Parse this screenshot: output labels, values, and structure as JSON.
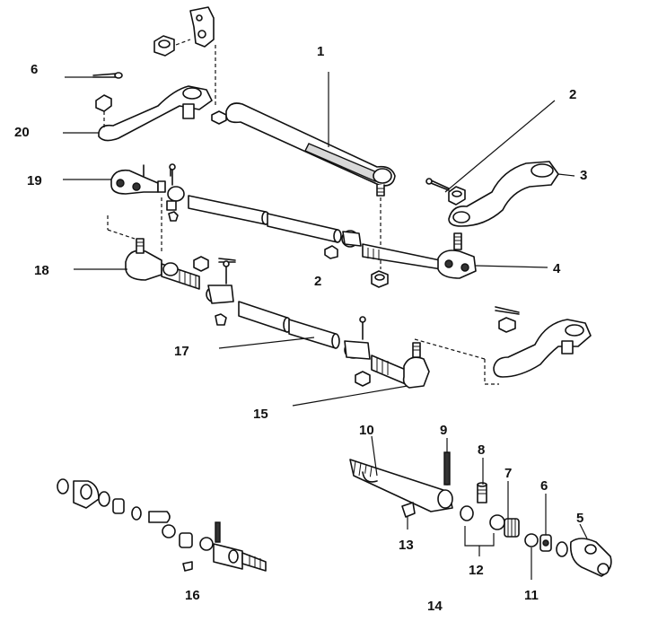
{
  "labels": {
    "l1": "1",
    "l2a": "2",
    "l2b": "2",
    "l3": "3",
    "l4": "4",
    "l5": "5",
    "l6a": "6",
    "l6b": "6",
    "l7": "7",
    "l8": "8",
    "l9": "9",
    "l10": "10",
    "l11": "11",
    "l12": "12",
    "l13": "13",
    "l14": "14",
    "l15": "15",
    "l16": "16",
    "l17": "17",
    "l18": "18",
    "l19": "19",
    "l20": "20"
  }
}
